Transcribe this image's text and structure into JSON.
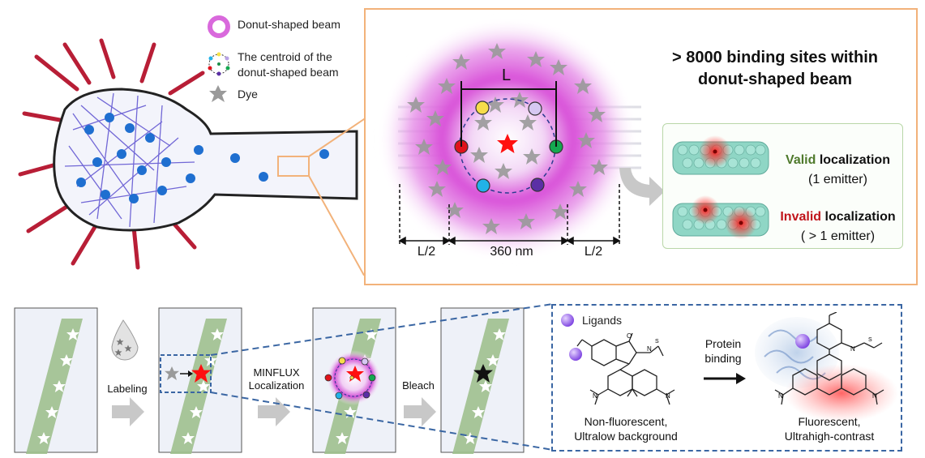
{
  "legend": {
    "donut_beam": "Donut-shaped beam",
    "centroid_line1": "The centroid of the",
    "centroid_line2": "donut-shaped beam",
    "dye": "Dye"
  },
  "inset": {
    "title_line1": "> 8000 binding sites within",
    "title_line2": "donut-shaped beam",
    "label_L": "L",
    "label_half_left": "L/2",
    "label_360": "360 nm",
    "label_half_right": "L/2",
    "valid_word": "Valid",
    "valid_rest": " localization",
    "valid_sub": "(1 emitter)",
    "invalid_word": "Invalid",
    "invalid_rest": " localization",
    "invalid_sub": "( > 1 emitter)"
  },
  "workflow": {
    "labeling": "Labeling",
    "minflux_line1": "MINFLUX",
    "minflux_line2": "Localization",
    "bleach": "Bleach"
  },
  "chemistry": {
    "ligands": "Ligands",
    "protein_line1": "Protein",
    "protein_line2": "binding",
    "left_caption_line1": "Non-fluorescent,",
    "left_caption_line2": "Ultralow background",
    "right_caption_line1": "Fluorescent,",
    "right_caption_line2": "Ultrahigh-contrast",
    "so2_label": "O",
    "n_label": "N"
  },
  "colors": {
    "donut": "#d24fd6",
    "inset_border": "#f2b27a",
    "dashed_border": "#3a66a3",
    "valid": "#4f7a2c",
    "invalid": "#c0141a",
    "dye_gray": "#9a9a9a",
    "star_red": "#ff1010",
    "microtubule": "#9ec9a0"
  }
}
